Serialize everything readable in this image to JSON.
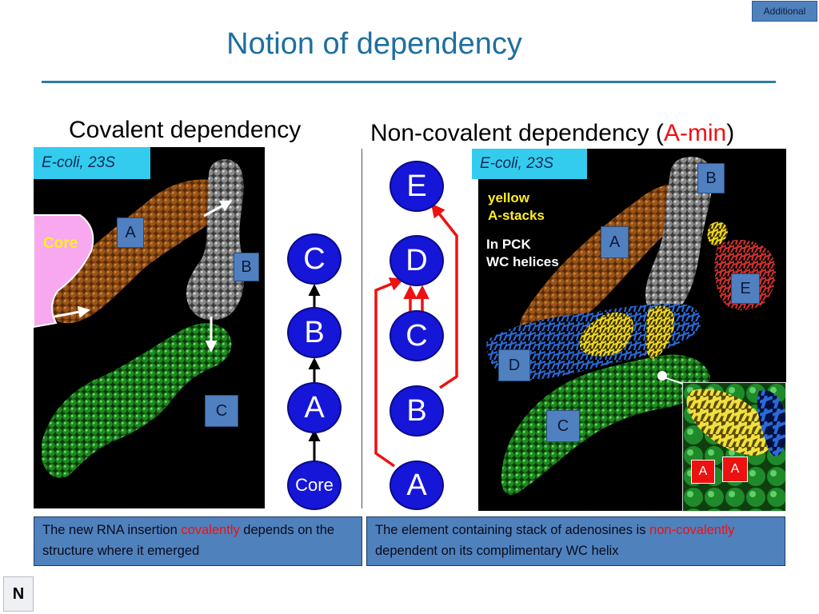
{
  "slide": {
    "title": "Notion of dependency",
    "corner_tag": "Additional",
    "nav_letter": "N"
  },
  "left": {
    "heading": "Covalent dependency",
    "organism_label": "E-coli, 23S",
    "core_label": "Core",
    "region_labels": [
      "A",
      "B",
      "C"
    ],
    "chain_nodes": [
      "C",
      "B",
      "A",
      "Core"
    ],
    "caption_before": "The new RNA insertion ",
    "caption_highlight": "covalently",
    "caption_after": " depends on the structure where it emerged"
  },
  "right": {
    "heading_before": "Non-covalent dependency (",
    "heading_highlight": "A-min",
    "heading_after": ")",
    "organism_label": "E-coli, 23S",
    "yellow_note_line1": "yellow",
    "yellow_note_line2": "A-stacks",
    "white_note_line1": "In PCK",
    "white_note_line2": "WC helices",
    "region_labels": [
      "B",
      "A",
      "E",
      "D",
      "C"
    ],
    "chain_nodes": [
      "E",
      "D",
      "C",
      "B",
      "A"
    ],
    "inset_tags": [
      "A",
      "A"
    ],
    "caption_before": "The element containing stack of adenosines is ",
    "caption_highlight": "non-covalently",
    "caption_after": " dependent on its complimentary WC helix"
  },
  "colors": {
    "title": "#1f6f9f",
    "highlight_red": "#ee1111",
    "node_blue": "#1616d8",
    "caption_bg": "#4f81bd",
    "label_cyan": "#33ccee",
    "brown_strand": "#8a4a12",
    "grey_strand": "#8a8a8a",
    "green_strand": "#1f8a1f",
    "blue_strand": "#1f5fc8",
    "yellow_stack": "#e8d020",
    "red_strand": "#d03030",
    "core_pink": "#f7a8ee"
  }
}
